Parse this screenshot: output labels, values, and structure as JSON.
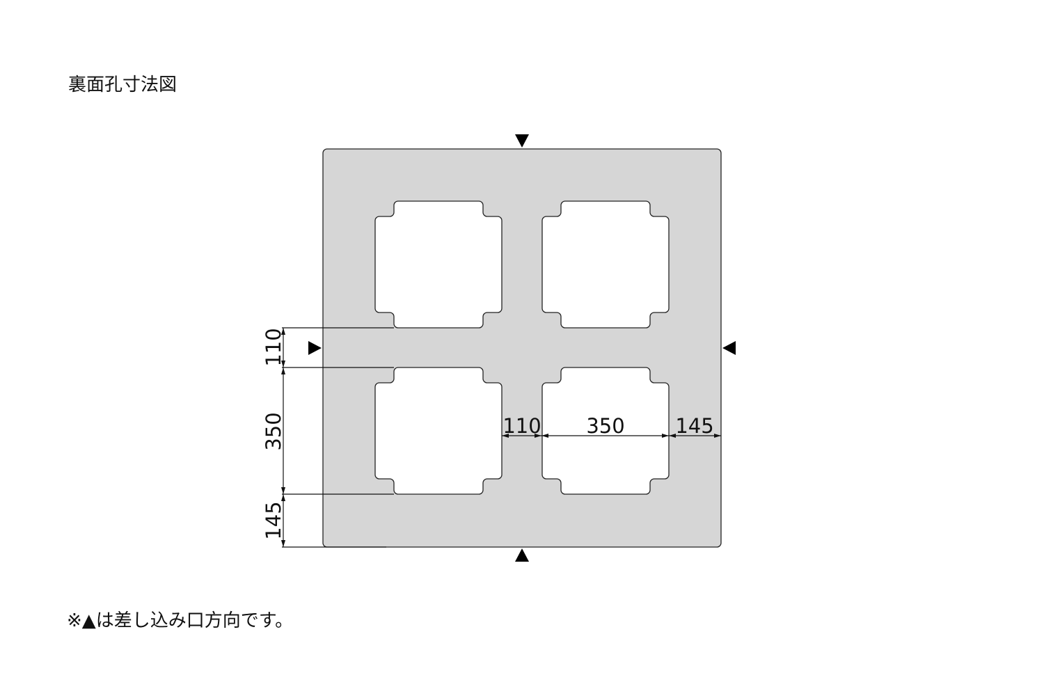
{
  "title": "裏面孔寸法図",
  "note": "※▲は差し込み口方向です。",
  "colors": {
    "plate": "#d6d6d6",
    "stroke": "#222222",
    "hole": "#ffffff"
  },
  "dimensions": {
    "vertical": {
      "gap": "110",
      "hole": "350",
      "margin": "145"
    },
    "horizontal": {
      "gap": "110",
      "hole": "350",
      "margin": "145"
    }
  },
  "markers": [
    "insertion-direction-top",
    "insertion-direction-bottom",
    "insertion-direction-left",
    "insertion-direction-right"
  ]
}
